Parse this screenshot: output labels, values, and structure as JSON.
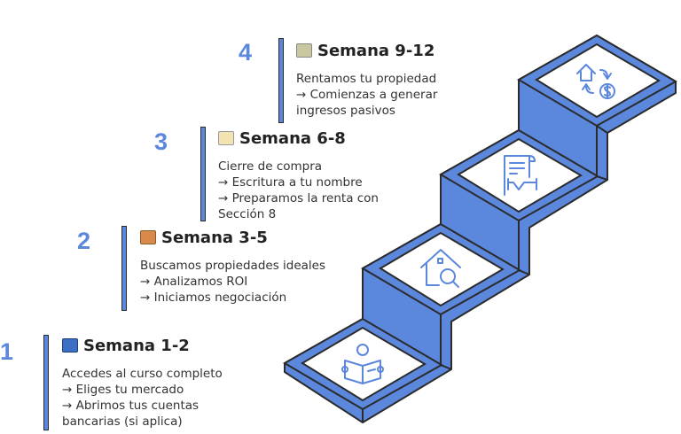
{
  "colors": {
    "accent": "#5b87dd",
    "outline": "#2b2b2b"
  },
  "steps": [
    {
      "number": "1",
      "emoji_icon": "blue-book-icon",
      "title": "Semana 1-2",
      "lines": [
        "Accedes al curso completo",
        "→ Eliges tu mercado",
        "→ Abrimos tus cuentas",
        "bancarias (si aplica)"
      ],
      "stair_icon": "person-reading-icon"
    },
    {
      "number": "2",
      "emoji_icon": "house-icon",
      "title": "Semana 3-5",
      "lines": [
        "Buscamos propiedades ideales",
        "→ Analizamos ROI",
        "→ Iniciamos negociación"
      ],
      "stair_icon": "house-search-icon"
    },
    {
      "number": "3",
      "emoji_icon": "memo-icon",
      "title": "Semana 6-8",
      "lines": [
        "Cierre de compra",
        "→ Escritura a tu nombre",
        "→ Preparamos la renta con",
        "Sección 8"
      ],
      "stair_icon": "contract-handshake-icon"
    },
    {
      "number": "4",
      "emoji_icon": "money-icon",
      "title": "Semana 9-12",
      "lines": [
        "Rentamos tu propiedad",
        "→ Comienzas a generar",
        "ingresos pasivos"
      ],
      "stair_icon": "house-money-exchange-icon"
    }
  ]
}
